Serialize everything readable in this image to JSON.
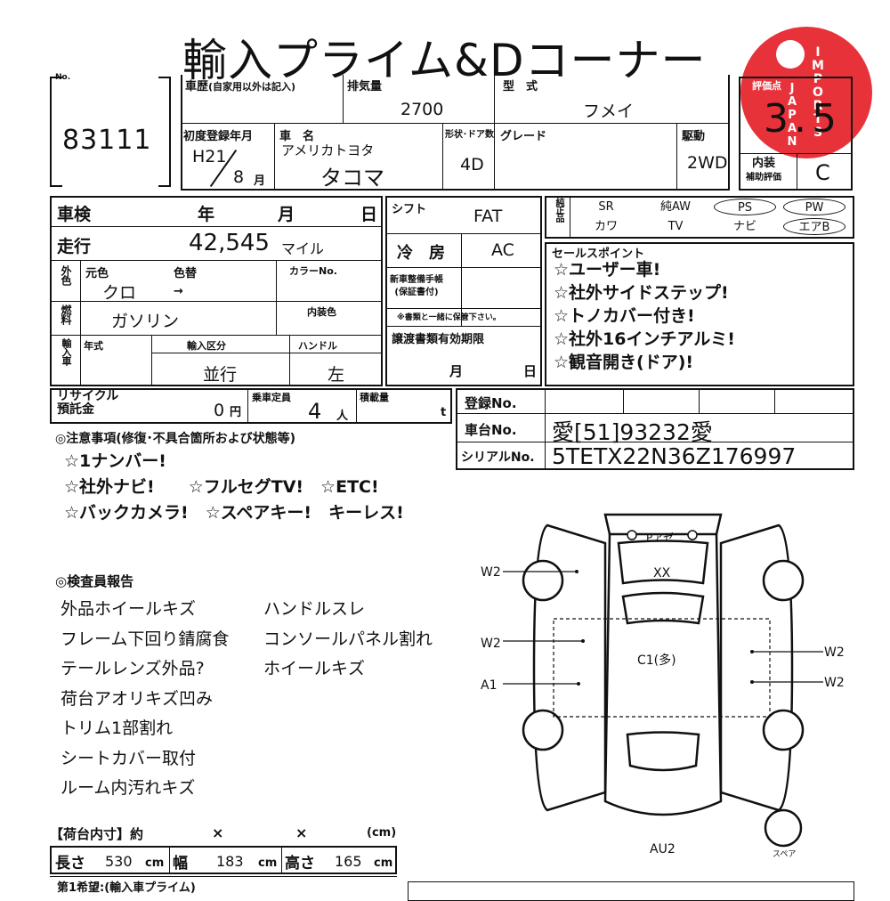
{
  "header": {
    "title": "輸入プライム&Dコーナー"
  },
  "logo": {
    "lines": [
      "I",
      "M",
      "P",
      "O",
      "R",
      "T",
      "S"
    ],
    "side": [
      "J",
      "A",
      "P",
      "A",
      "N"
    ],
    "color": "#e8323a"
  },
  "lot": {
    "label": "No.",
    "number": "83111"
  },
  "history": {
    "label": "車歴",
    "note": "(自家用以外は記入)"
  },
  "displacement": {
    "label": "排気量",
    "value": "2700"
  },
  "model": {
    "label": "型　式",
    "value": "フメイ"
  },
  "score": {
    "label": "評価点",
    "value": "3.5"
  },
  "first_reg": {
    "label": "初度登録年月",
    "era": "H21",
    "month": "8",
    "month_unit": "月"
  },
  "car_name": {
    "label": "車　名",
    "maker": "アメリカトヨタ",
    "name": "タコマ"
  },
  "doors": {
    "label": "形状･ドア数",
    "value": "4D"
  },
  "grade": {
    "label": "グレード"
  },
  "drive": {
    "label": "駆動",
    "value": "2WD"
  },
  "interior_eval": {
    "label": "内装",
    "label2": "補助評価",
    "value": "C"
  },
  "inspection": {
    "label": "車検",
    "year": "年",
    "month": "月",
    "day": "日"
  },
  "mileage": {
    "label": "走行",
    "value": "42,545",
    "unit": "マイル"
  },
  "shift": {
    "label": "シフト",
    "value": "FAT"
  },
  "ac": {
    "label": "冷　房",
    "value": "AC"
  },
  "equipment": {
    "label": "純正品",
    "items": [
      "SR",
      "純AW",
      "PS",
      "PW",
      "カワ",
      "TV",
      "ナビ",
      "エアB"
    ]
  },
  "color": {
    "label": "外色",
    "orig_label": "元色",
    "change_label": "色替",
    "orig": "クロ",
    "arrow": "→",
    "code_label": "カラーNo."
  },
  "fuel": {
    "label": "燃料",
    "value": "ガソリン",
    "interior_color_label": "内装色"
  },
  "warranty": {
    "label": "新車整備手帳",
    "label2": "(保証書付)",
    "note": "※書類と一緒に保管下さい。"
  },
  "sales": {
    "label": "セールスポイント",
    "points": [
      "☆ユーザー車!",
      "☆社外サイドステップ!",
      "☆トノカバー付き!",
      "☆社外16インチアルミ!",
      "☆観音開き(ドア)!"
    ]
  },
  "import": {
    "label": "輸入車",
    "year_label": "年式",
    "class_label": "輸入区分",
    "class": "並行",
    "handle_label": "ハンドル",
    "handle": "左"
  },
  "transfer": {
    "label": "譲渡書類有効期限",
    "month": "月",
    "day": "日"
  },
  "recycle": {
    "label": "リサイクル",
    "label2": "預託金",
    "value": "0",
    "unit": "円"
  },
  "capacity": {
    "label": "乗車定員",
    "value": "4",
    "unit": "人"
  },
  "load": {
    "label": "積載量",
    "unit": "t"
  },
  "registration": {
    "label": "登録No.",
    "chassis_label": "車台No.",
    "chassis": "愛[51]93232愛",
    "serial_label": "シリアルNo.",
    "serial": "5TETX22N36Z176997"
  },
  "notes": {
    "label": "◎注意事項(修復･不具合箇所および状態等)",
    "lines": [
      "☆1ナンバー!",
      "☆社外ナビ!　　☆フルセグTV!　☆ETC!",
      "☆バックカメラ!　☆スペアキー!　キーレス!"
    ]
  },
  "inspector": {
    "label": "◎検査員報告",
    "col1": [
      "外品ホイールキズ",
      "フレーム下回り錆腐食",
      "テールレンズ外品?",
      "荷台アオリキズ凹み",
      "トリム1部割れ",
      "シートカバー取付",
      "ルーム内汚れキズ"
    ],
    "col2": [
      "ハンドルスレ",
      "コンソールパネル割れ",
      "ホイールキズ"
    ]
  },
  "diagram": {
    "labels": {
      "pase": "Pアゼ",
      "xx": "XX",
      "c1": "C1(多)",
      "w2a": "W2",
      "w2b": "W2",
      "w2c": "W2",
      "w2d": "W2",
      "a1": "A1",
      "au2": "AU2",
      "spare": "スペア"
    }
  },
  "bed": {
    "label": "【荷台内寸】約",
    "x1": "×",
    "x2": "×",
    "unit": "(cm)",
    "len_label": "長さ",
    "len": "530",
    "w_label": "幅",
    "w": "183",
    "h_label": "高さ",
    "h": "165",
    "cm": "cm"
  },
  "footer": {
    "text": "第1希望:(輸入車プライム)"
  }
}
